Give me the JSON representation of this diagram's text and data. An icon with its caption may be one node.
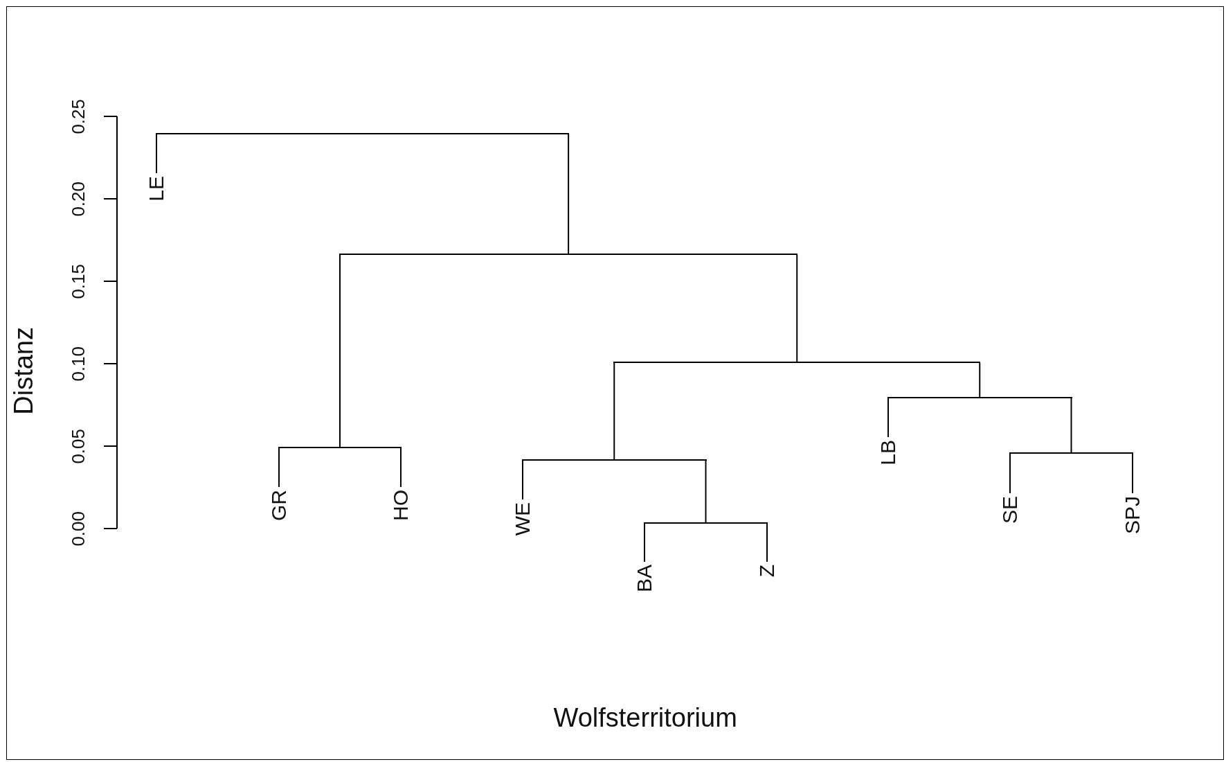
{
  "diagram": {
    "nodes": [
      {
        "text": [
          "LE"
        ]
      },
      {
        "text": [
          "GR"
        ]
      },
      {
        "text": [
          "HO"
        ]
      },
      {
        "text": [
          "WE"
        ]
      },
      {
        "text": [
          "BA"
        ]
      },
      {
        "text": [
          "Z"
        ]
      },
      {
        "text": [
          "LB"
        ]
      },
      {
        "text": [
          "SE"
        ]
      },
      {
        "text": [
          "SPJ"
        ]
      },
      {
        "text": [],
        "shape": "bar"
      },
      {
        "text": [],
        "shape": "bar"
      },
      {
        "text": [],
        "shape": "bar"
      },
      {
        "text": [],
        "shape": "bar"
      },
      {
        "text": [],
        "shape": "bar"
      },
      {
        "text": [],
        "shape": "bar"
      },
      {
        "text": [],
        "shape": "bar"
      },
      {
        "text": [],
        "shape": "bar"
      }
    ],
    "edges": [
      {
        "from": 9,
        "to": 0,
        "arrow": "none"
      },
      {
        "from": 9,
        "to": 10,
        "arrow": "none"
      },
      {
        "from": 10,
        "to": 11,
        "arrow": "none"
      },
      {
        "from": 10,
        "to": 12,
        "arrow": "none"
      },
      {
        "from": 11,
        "to": 1,
        "arrow": "none"
      },
      {
        "from": 11,
        "to": 2,
        "arrow": "none"
      },
      {
        "from": 12,
        "to": 13,
        "arrow": "none"
      },
      {
        "from": 12,
        "to": 15,
        "arrow": "none"
      },
      {
        "from": 13,
        "to": 3,
        "arrow": "none"
      },
      {
        "from": 13,
        "to": 14,
        "arrow": "none"
      },
      {
        "from": 14,
        "to": 4,
        "arrow": "none"
      },
      {
        "from": 14,
        "to": 5,
        "arrow": "none"
      },
      {
        "from": 15,
        "to": 6,
        "arrow": "none"
      },
      {
        "from": 15,
        "to": 16,
        "arrow": "none"
      },
      {
        "from": 16,
        "to": 7,
        "arrow": "none"
      },
      {
        "from": 16,
        "to": 8,
        "arrow": "none"
      }
    ],
    "labels": [
      "0.00",
      "0.05",
      "0.10",
      "0.15",
      "0.20",
      "0.25",
      "Distanz",
      "Wolfsterritorium"
    ]
  }
}
